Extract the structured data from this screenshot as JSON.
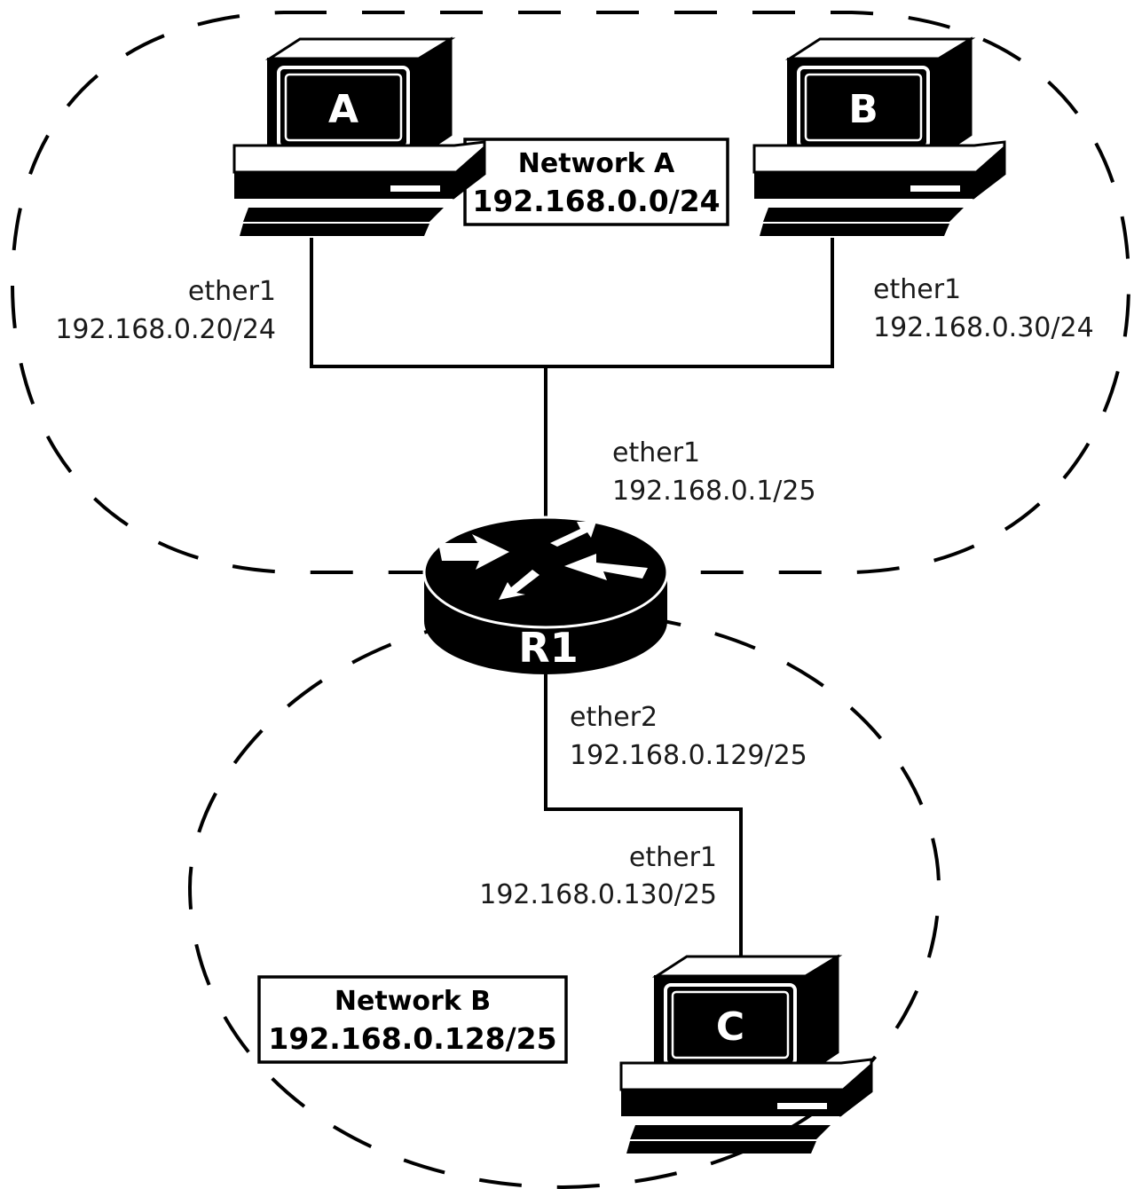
{
  "networks": {
    "a": {
      "title": "Network A",
      "address": "192.168.0.0/24"
    },
    "b": {
      "title": "Network B",
      "address": "192.168.0.128/25"
    }
  },
  "hosts": {
    "a": {
      "label": "A",
      "iface": "ether1",
      "ip": "192.168.0.20/24"
    },
    "b": {
      "label": "B",
      "iface": "ether1",
      "ip": "192.168.0.30/24"
    },
    "c": {
      "label": "C",
      "iface": "ether1",
      "ip": "192.168.0.130/25"
    }
  },
  "router": {
    "label": "R1",
    "ether1": {
      "iface": "ether1",
      "ip": "192.168.0.1/25"
    },
    "ether2": {
      "iface": "ether2",
      "ip": "192.168.0.129/25"
    }
  }
}
